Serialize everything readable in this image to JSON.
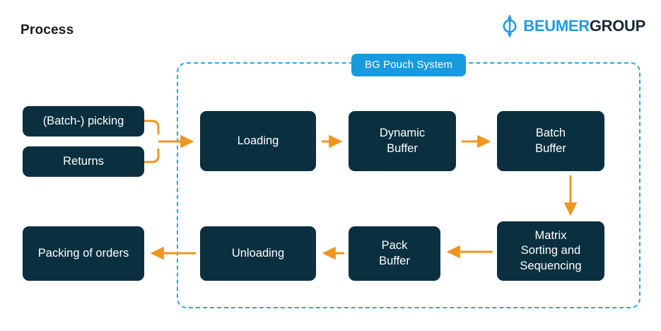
{
  "page": {
    "title": "Process",
    "background_color": "#ffffff"
  },
  "brand": {
    "name_primary": "BEUMER",
    "name_secondary": "GROUP",
    "primary_color": "#1f9ce4",
    "secondary_color": "#1b2a33",
    "mark_icon": "circle-double-arrow-icon"
  },
  "colors": {
    "node_fill": "#0a3040",
    "node_text": "#ffffff",
    "arrow": "#f0951e",
    "dashed_border": "#2ca6e8",
    "system_label_fill": "#189ade"
  },
  "diagram": {
    "type": "flowchart",
    "system_boundary": {
      "label": "BG Pouch System",
      "style": "dashed-rounded-rectangle"
    },
    "nodes": [
      {
        "id": "batch-picking",
        "label": "(Batch-) picking",
        "group": "external",
        "row": "top"
      },
      {
        "id": "returns",
        "label": "Returns",
        "group": "external",
        "row": "top"
      },
      {
        "id": "loading",
        "label": "Loading",
        "group": "system",
        "row": "top"
      },
      {
        "id": "dynamic-buffer",
        "label": "Dynamic\nBuffer",
        "group": "system",
        "row": "top"
      },
      {
        "id": "batch-buffer",
        "label": "Batch\nBuffer",
        "group": "system",
        "row": "top"
      },
      {
        "id": "matrix",
        "label": "Matrix\nSorting and\nSequencing",
        "group": "system",
        "row": "bottom"
      },
      {
        "id": "pack-buffer",
        "label": "Pack\nBuffer",
        "group": "system",
        "row": "bottom"
      },
      {
        "id": "unloading",
        "label": "Unloading",
        "group": "system",
        "row": "bottom"
      },
      {
        "id": "packing",
        "label": "Packing of orders",
        "group": "external",
        "row": "bottom"
      }
    ],
    "edges": [
      {
        "from": "batch-picking",
        "to": "loading",
        "direction": "right"
      },
      {
        "from": "returns",
        "to": "loading",
        "direction": "right"
      },
      {
        "from": "loading",
        "to": "dynamic-buffer",
        "direction": "right"
      },
      {
        "from": "dynamic-buffer",
        "to": "batch-buffer",
        "direction": "right"
      },
      {
        "from": "batch-buffer",
        "to": "matrix",
        "direction": "down"
      },
      {
        "from": "matrix",
        "to": "pack-buffer",
        "direction": "left"
      },
      {
        "from": "pack-buffer",
        "to": "unloading",
        "direction": "left"
      },
      {
        "from": "unloading",
        "to": "packing",
        "direction": "left"
      }
    ]
  }
}
